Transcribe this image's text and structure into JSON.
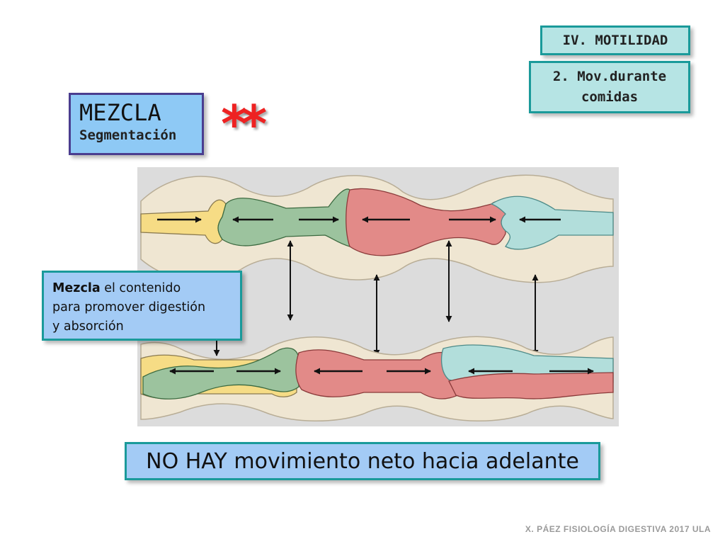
{
  "header": {
    "section": "IV. MOTILIDAD",
    "subsection_line1": "2. Mov.durante",
    "subsection_line2": "comidas"
  },
  "title": {
    "main": "MEZCLA",
    "sub": "Segmentación",
    "stars": "**"
  },
  "description": {
    "bold_word": "Mezcla",
    "line1_rest": " el contenido",
    "line2": "para promover digestión",
    "line3": "y absorción"
  },
  "conclusion": "NO HAY movimiento neto hacia adelante",
  "footer": "X. PÁEZ   FISIOLOGÍA DIGESTIVA 2017  ULA",
  "colors": {
    "accent_border": "#1a9a9a",
    "box_blue": "#a3cbf5",
    "box_teal": "#b6e4e4",
    "stars_red": "#ee2222",
    "gut_wall": "#efe6d2",
    "chyme_yellow": "#f6dc85",
    "chyme_green": "#9cc39e",
    "chyme_red": "#e28a88",
    "chyme_cyan": "#b2dedb"
  }
}
